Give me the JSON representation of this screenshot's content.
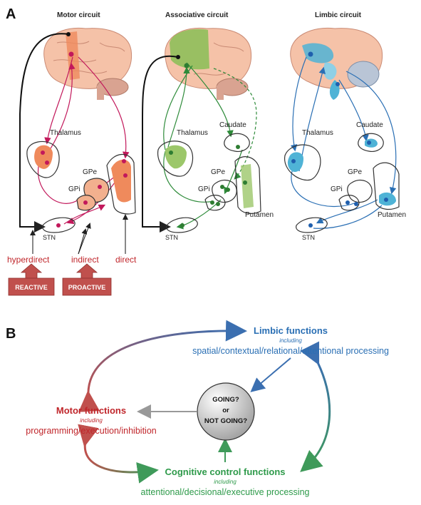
{
  "panel_a": {
    "label": "A",
    "circuits": [
      {
        "title": "Motor circuit",
        "color": "#c2185b",
        "fill": "#ef8a5c"
      },
      {
        "title": "Associative circuit",
        "color": "#2e8b3a",
        "fill": "#8fbf5a"
      },
      {
        "title": "Limbic circuit",
        "color": "#2a6fb4",
        "fill": "#4fb3d6"
      }
    ],
    "structures": {
      "thalamus": "Thalamus",
      "caudate": "Caudate",
      "gpe": "GPe",
      "gpi": "GPi",
      "stn": "STN",
      "putamen": "Putamen"
    },
    "pathways": [
      "hyperdirect",
      "indirect",
      "direct"
    ],
    "modes": [
      "REACTIVE",
      "PROACTIVE"
    ],
    "colors": {
      "pathway_text": "#c0262b",
      "mode_box": "#c0504d"
    }
  },
  "panel_b": {
    "label": "B",
    "center": {
      "line1": "GOING?",
      "line2": "or",
      "line3": "NOT GOING?"
    },
    "limbic": {
      "title": "Limbic functions",
      "including": "including",
      "detail": "spatial/contextual/relational/attentional processing",
      "color": "#2a6fb4"
    },
    "motor": {
      "title": "Motor functions",
      "including": "including",
      "detail": "programming/execution/inhibition",
      "color": "#c0262b"
    },
    "cognitive": {
      "title": "Cognitive control functions",
      "including": "including",
      "detail": "attentional/decisional/executive processing",
      "color": "#2e9a4a"
    }
  }
}
